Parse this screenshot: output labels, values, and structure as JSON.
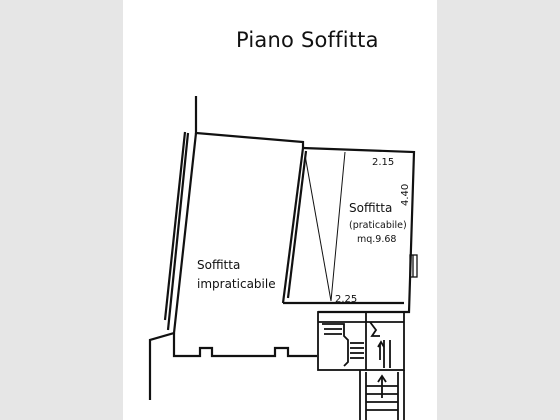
{
  "title": "Piano Soffitta",
  "rooms": {
    "praticabile": {
      "name": "Soffitta",
      "qualifier": "(praticabile)",
      "area": "mq.9.68"
    },
    "impraticabile": {
      "name": "Soffitta",
      "qualifier": "impraticabile"
    }
  },
  "dimensions": {
    "top_width": "2.15",
    "side_length": "4.40",
    "bottom_width": "2.25"
  }
}
